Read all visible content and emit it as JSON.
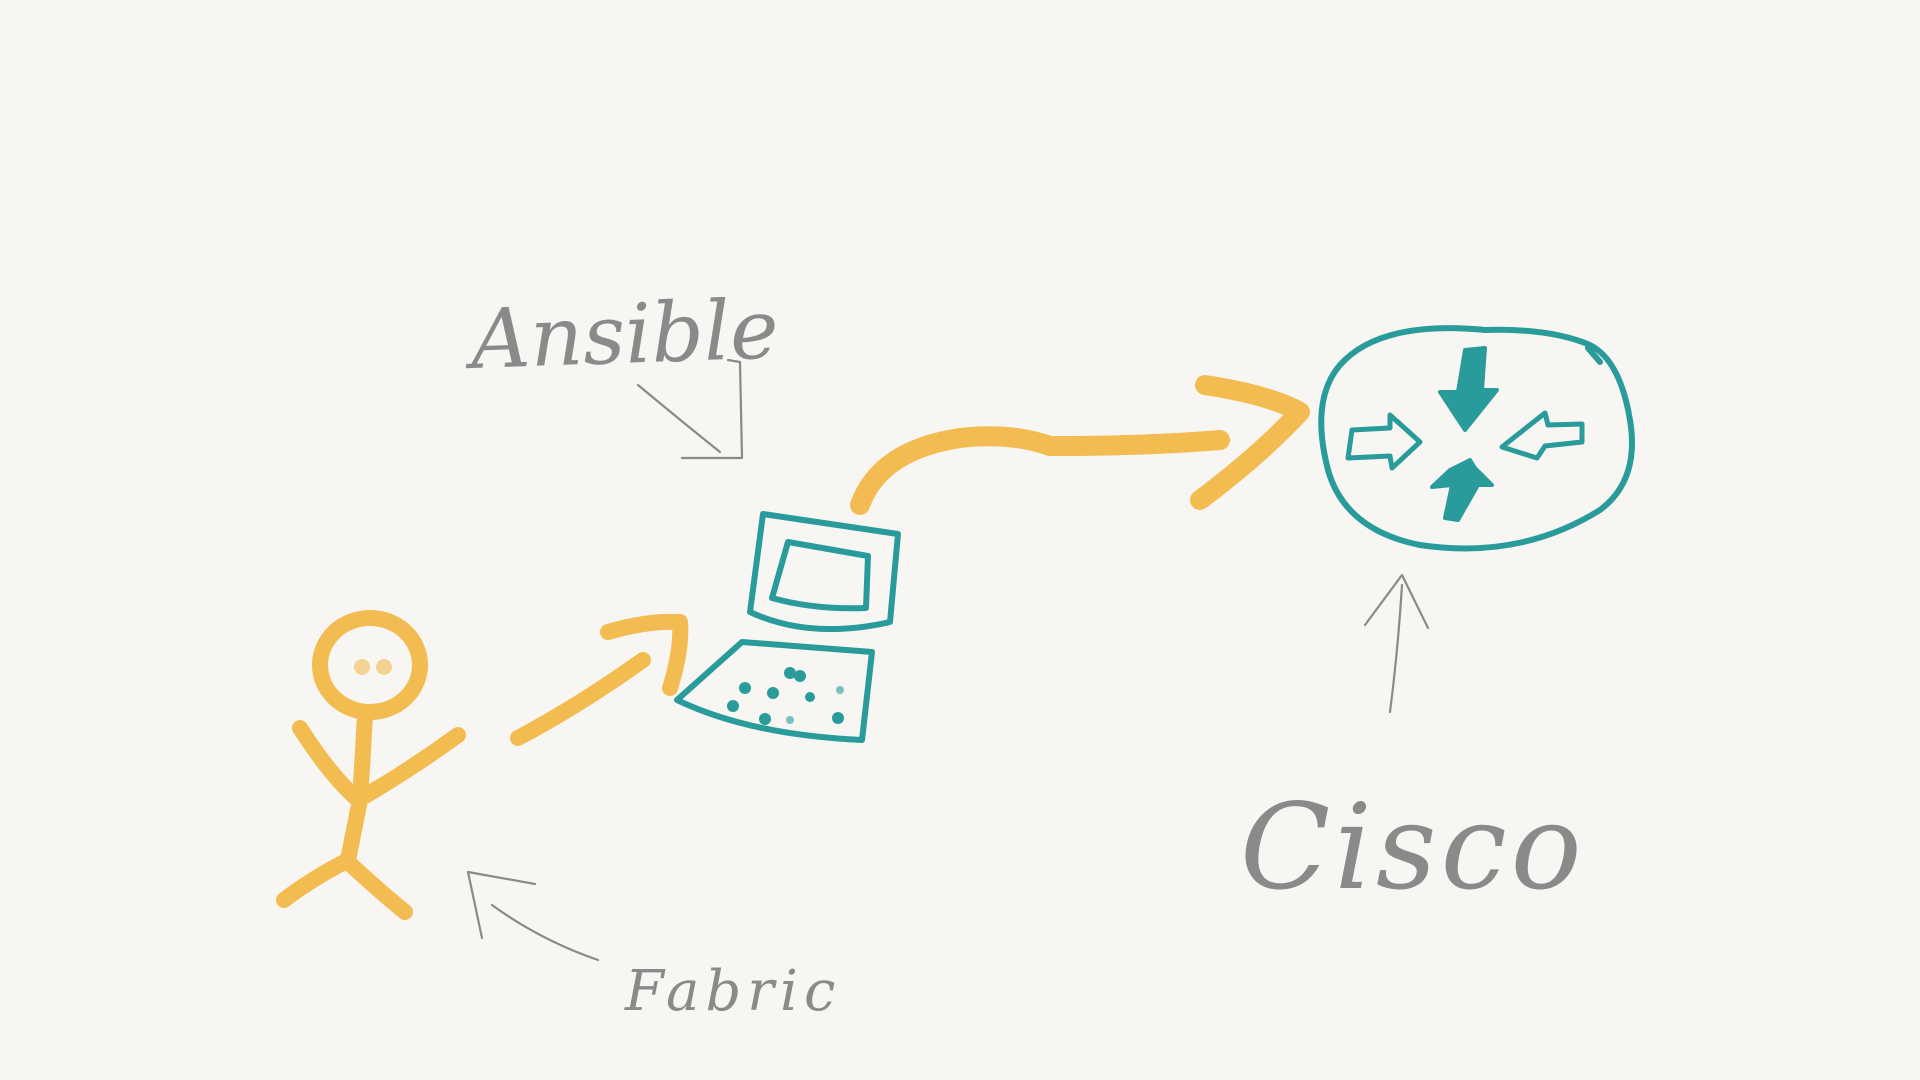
{
  "labels": {
    "ansible": "Ansible",
    "fabric": "Fabric",
    "cisco": "Cisco"
  },
  "colors": {
    "background": "#f7f6f3",
    "orange": "#f2b640",
    "teal": "#2a9b9b",
    "pencil": "#8a8a8a"
  },
  "icons": {
    "person": "stick-figure-icon",
    "computer": "laptop-icon",
    "router": "cisco-router-icon"
  }
}
